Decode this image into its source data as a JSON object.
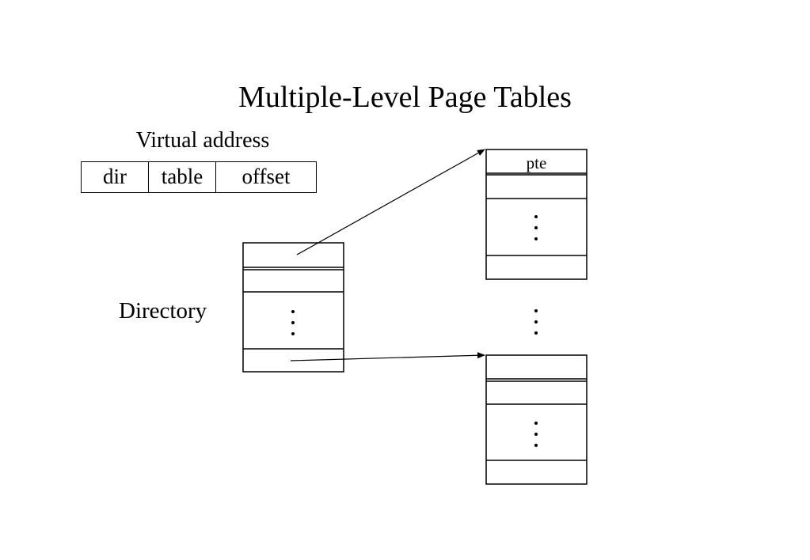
{
  "title": "Multiple-Level Page Tables",
  "virtual_address": {
    "label": "Virtual address",
    "fields": [
      "dir",
      "table",
      "offset"
    ]
  },
  "directory": {
    "label": "Directory"
  },
  "page_table_top": {
    "entry_label": "pte"
  }
}
